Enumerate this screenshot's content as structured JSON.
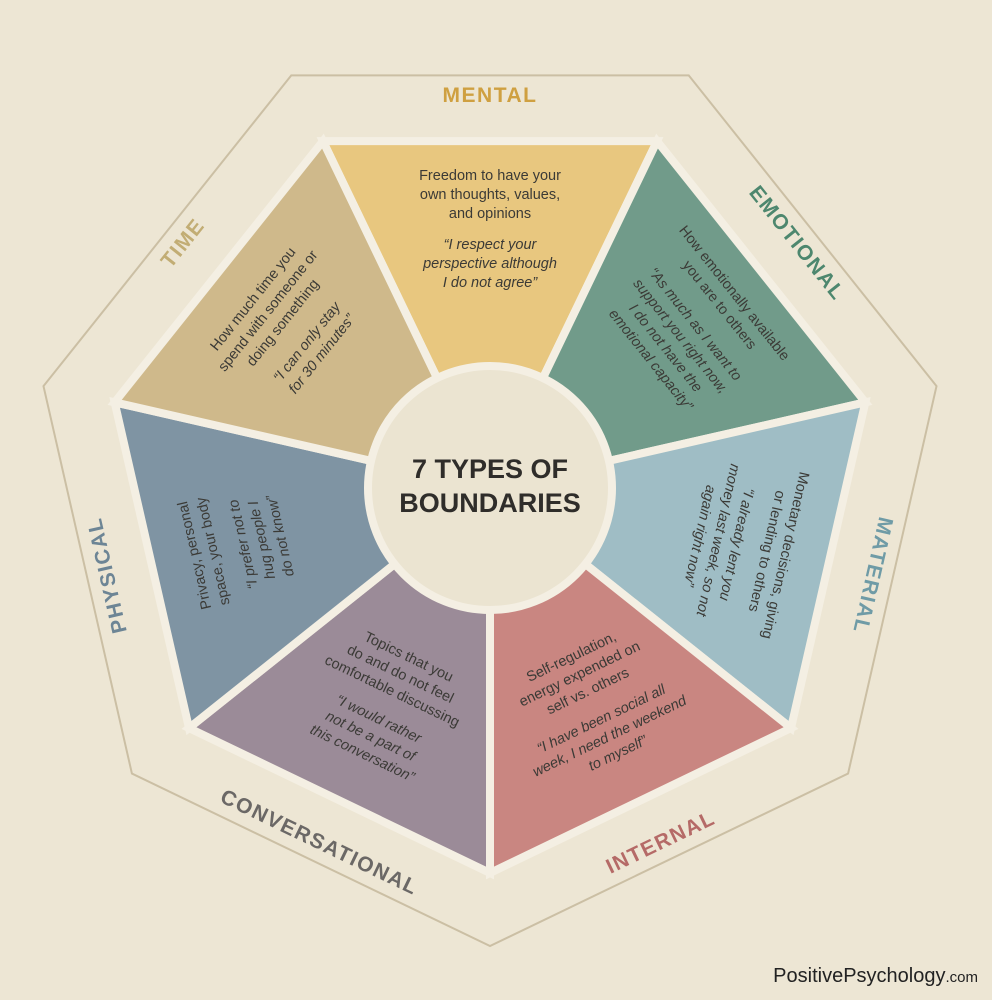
{
  "center": {
    "title_line1": "7 TYPES OF",
    "title_line2": "BOUNDARIES"
  },
  "footer": {
    "brand": "PositivePsychology",
    "suffix": ".com"
  },
  "colors": {
    "background": "#ede6d4",
    "outline": "#f4efe3",
    "text": "#3b3a36"
  },
  "sectors": [
    {
      "label": "MENTAL",
      "color": "#e8c77f",
      "label_color": "#cfa041",
      "description": [
        "Freedom to have your",
        "own thoughts, values,",
        "and opinions"
      ],
      "quote": [
        "“I respect your",
        "perspective although",
        "I do not agree”"
      ]
    },
    {
      "label": "EMOTIONAL",
      "color": "#719b8a",
      "label_color": "#4d876e",
      "description": [
        "How emotionally available",
        "you are to others"
      ],
      "quote": [
        "“As much as I want to",
        "support you right now,",
        "I do not have the",
        "emotional capacity”"
      ]
    },
    {
      "label": "MATERIAL",
      "color": "#9fbdc5",
      "label_color": "#6f9ba6",
      "description": [
        "Monetary decisions, giving",
        "or lending to others"
      ],
      "quote": [
        "“I already lent you",
        "money last week, so not",
        "again right now”"
      ]
    },
    {
      "label": "INTERNAL",
      "color": "#c98681",
      "label_color": "#b56a67",
      "description": [
        "Self-regulation,",
        "energy expended on",
        "self vs. others"
      ],
      "quote": [
        "“I have been social all",
        "week, I need the weekend",
        "to myself”"
      ]
    },
    {
      "label": "CONVERSATIONAL",
      "color": "#9b8b98",
      "label_color": "#6b6866",
      "description": [
        "Topics that you",
        "do and do not feel",
        "comfortable discussing"
      ],
      "quote": [
        "“I would rather",
        "not be a part of",
        "this conversation”"
      ]
    },
    {
      "label": "PHYSICAL",
      "color": "#7f94a3",
      "label_color": "#6d8595",
      "description": [
        "Privacy, personal",
        "space, your body"
      ],
      "quote": [
        "“I prefer not to",
        "hug people I",
        "do not know”"
      ]
    },
    {
      "label": "TIME",
      "color": "#cfb98b",
      "label_color": "#c2ad74",
      "description": [
        "How much time you",
        "spend with someone or",
        "doing something"
      ],
      "quote": [
        "“I can only stay",
        "for 30 minutes”"
      ]
    }
  ]
}
